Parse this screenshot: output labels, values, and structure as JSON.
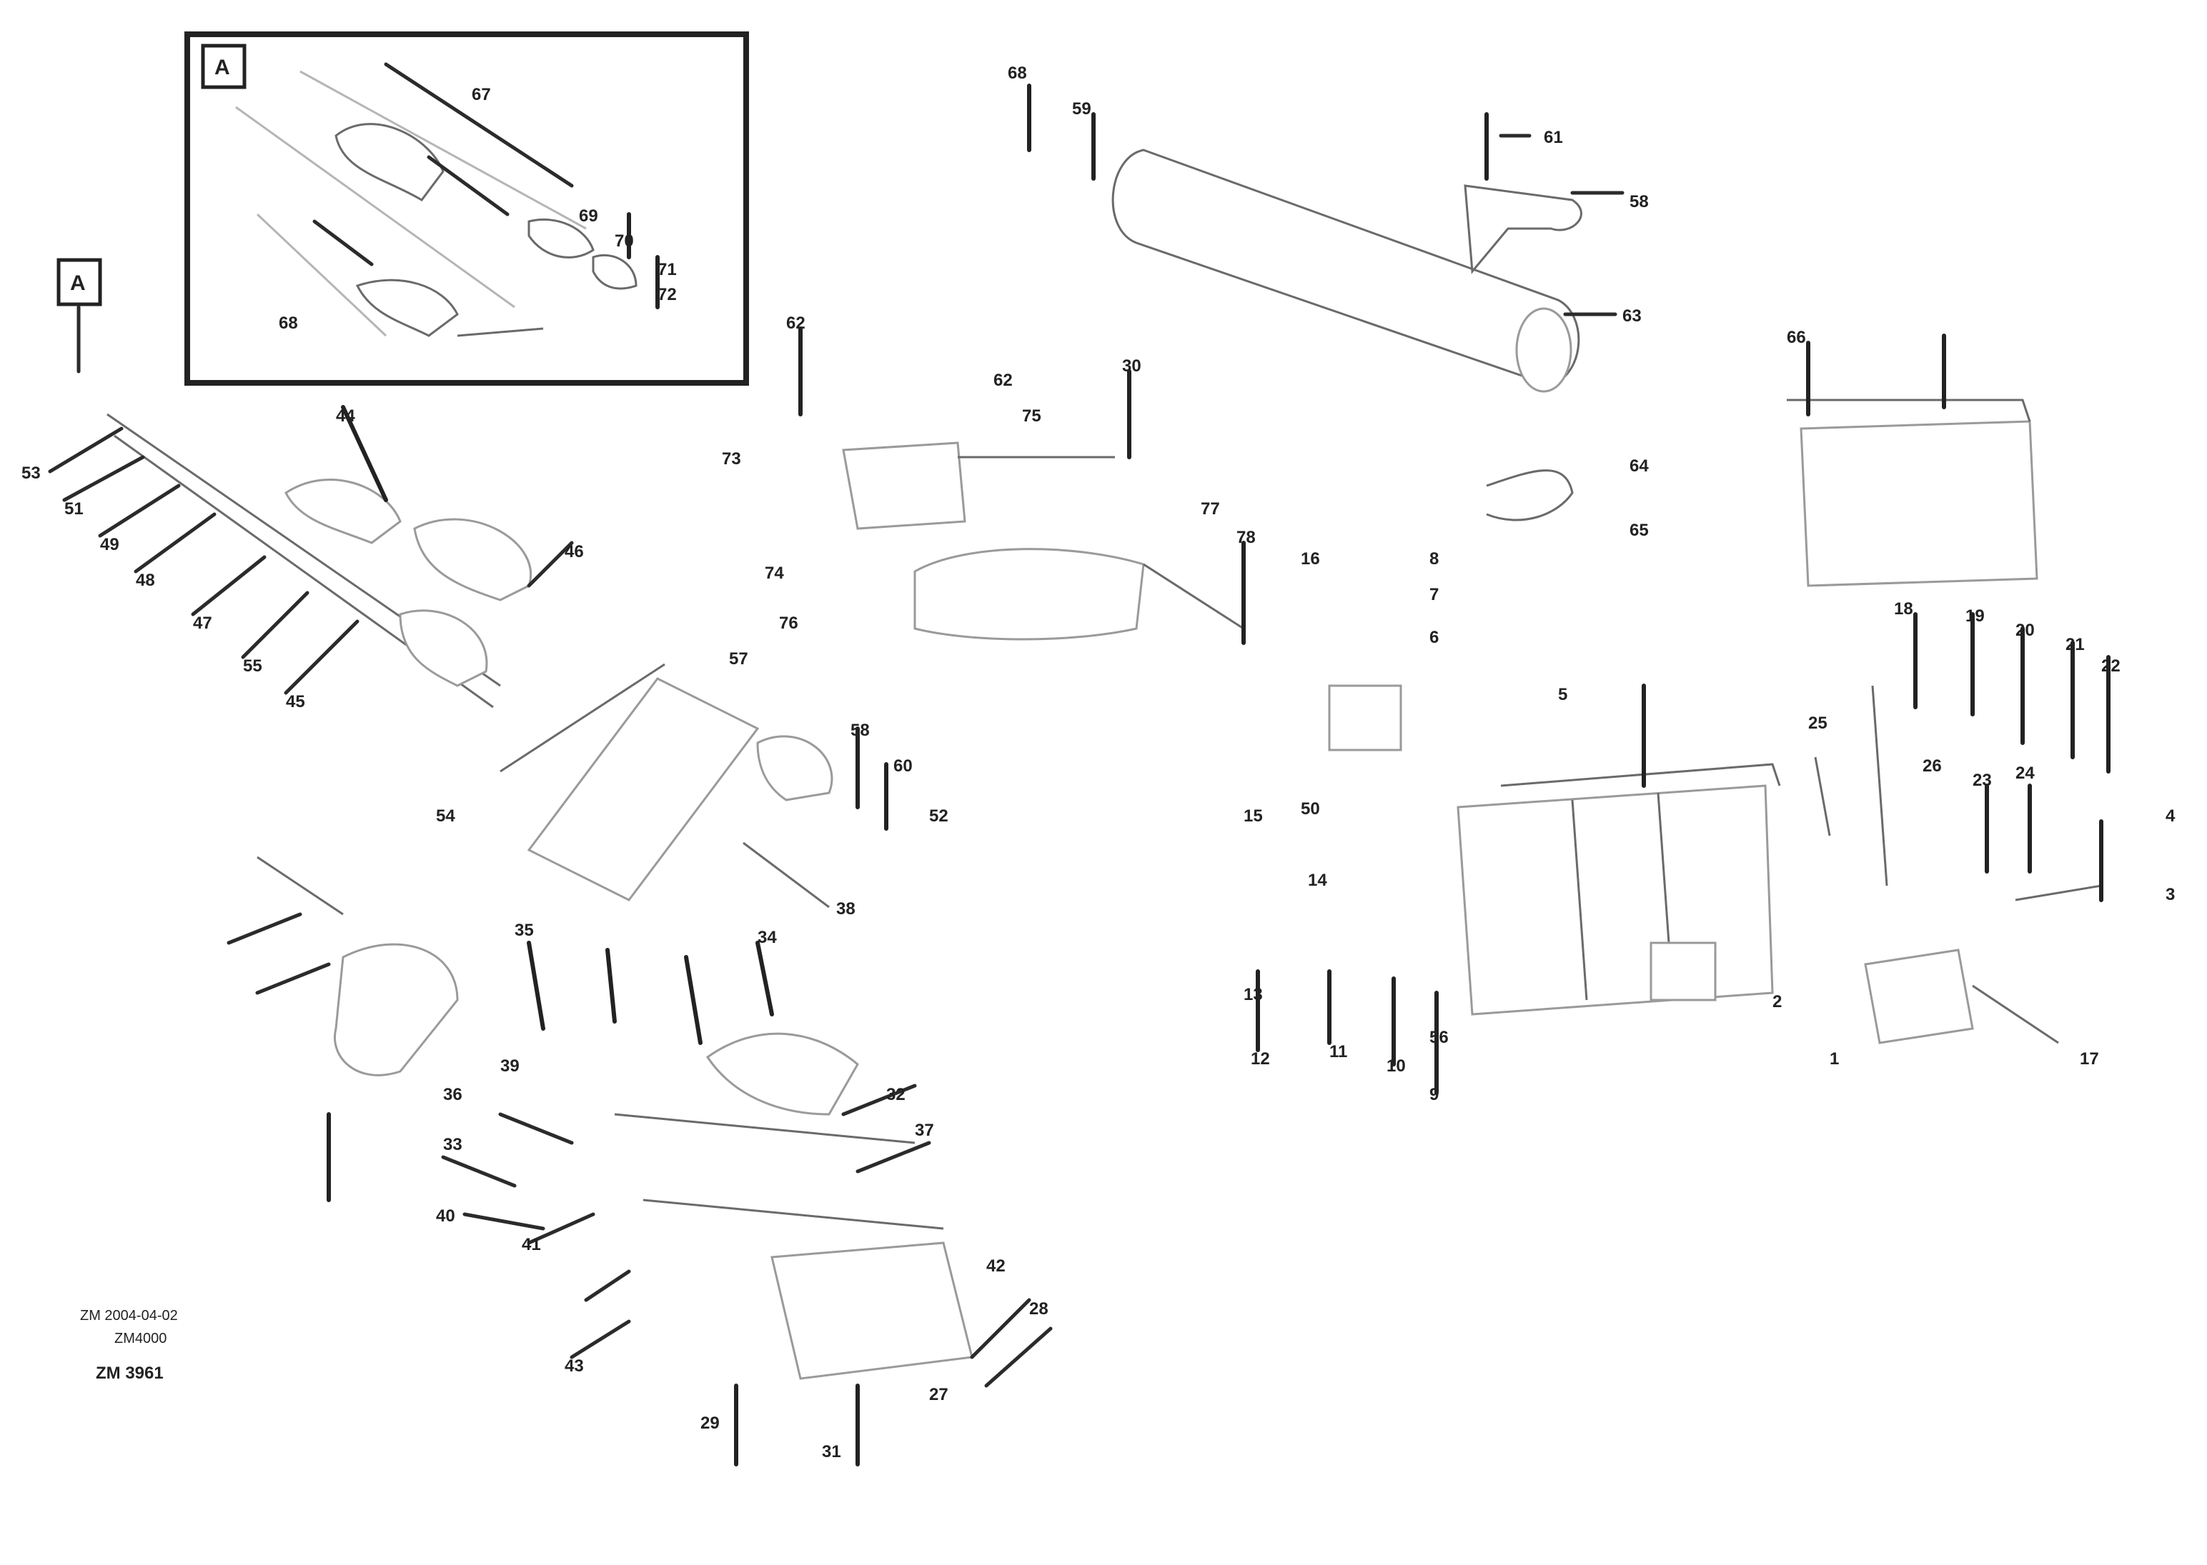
{
  "detail_view": {
    "tag": "A",
    "labels": [
      "67",
      "68",
      "69",
      "70",
      "71",
      "72"
    ]
  },
  "view_pointer": {
    "tag": "A"
  },
  "callouts": [
    "68",
    "61",
    "59",
    "58",
    "63",
    "64",
    "65",
    "66",
    "53",
    "51",
    "49",
    "48",
    "47",
    "55",
    "45",
    "44",
    "46",
    "62",
    "62",
    "75",
    "30",
    "73",
    "74",
    "76",
    "77",
    "78",
    "57",
    "58",
    "60",
    "52",
    "54",
    "38",
    "35",
    "36",
    "39",
    "33",
    "34",
    "32",
    "37",
    "40",
    "41",
    "42",
    "16",
    "15",
    "14",
    "13",
    "12",
    "11",
    "10",
    "9",
    "8",
    "7",
    "6",
    "5",
    "4",
    "3",
    "2",
    "1",
    "17",
    "18",
    "19",
    "20",
    "21",
    "22",
    "23",
    "24",
    "25",
    "26",
    "27",
    "28",
    "29",
    "31",
    "43",
    "50",
    "56"
  ],
  "reference": {
    "code": "ZM 2004-04-02",
    "sub": "ZM4000",
    "drawing_no": "ZM 3961"
  }
}
